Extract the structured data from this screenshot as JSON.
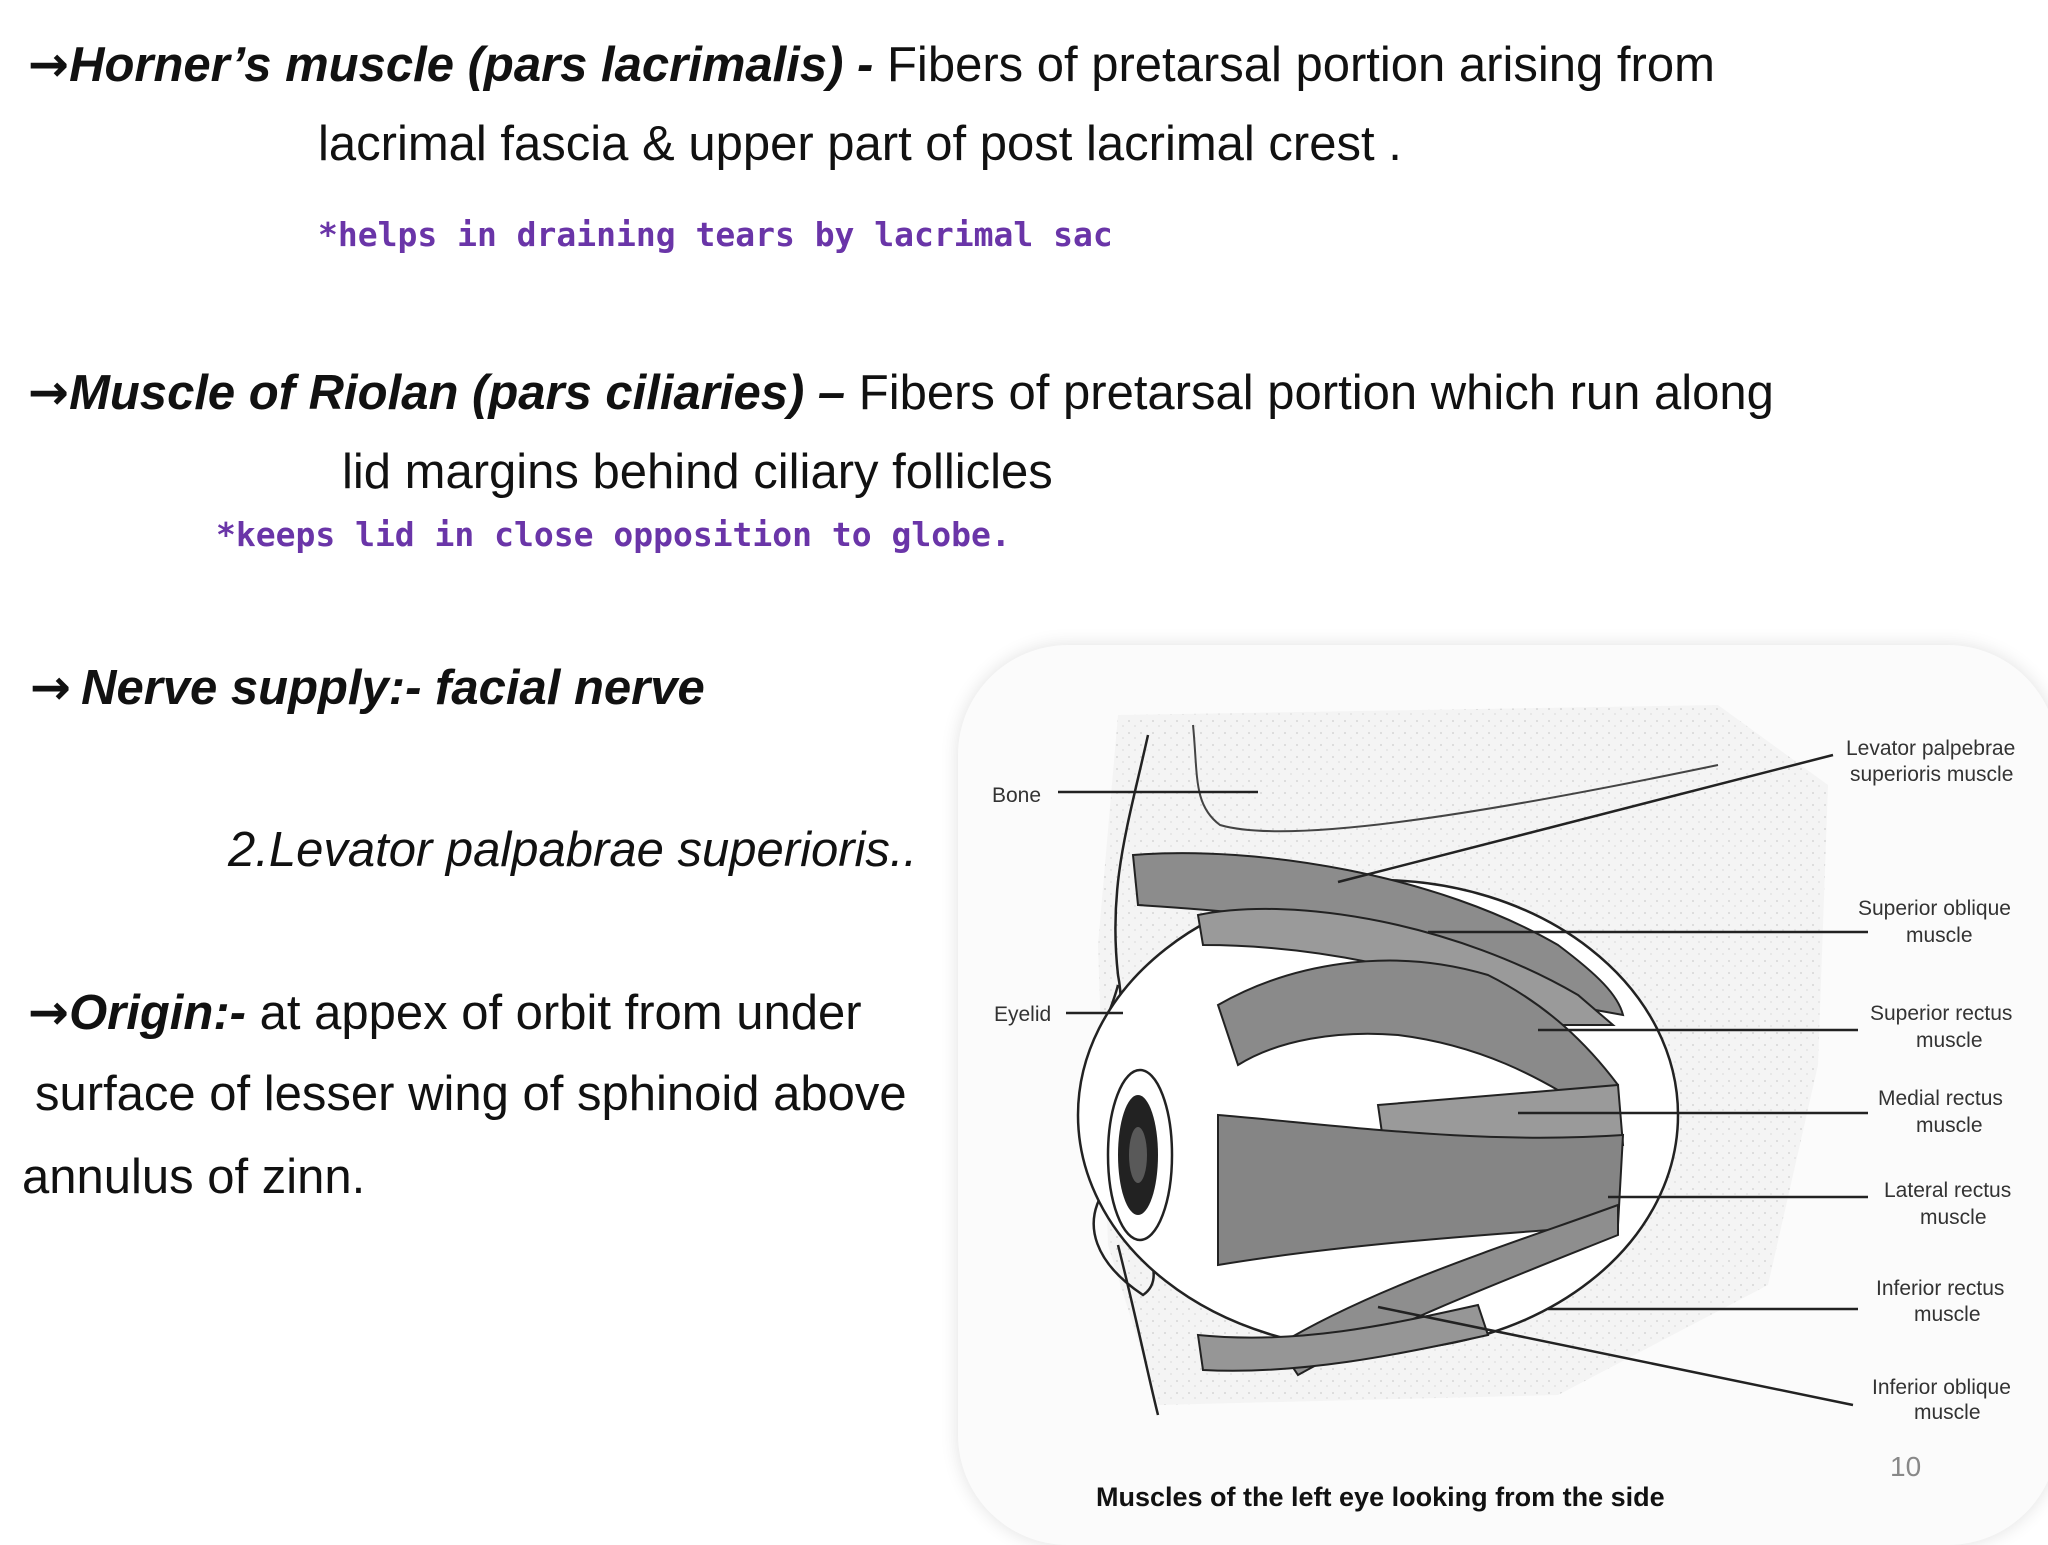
{
  "arrow_glyph": "→",
  "horner": {
    "title": "Horner’s muscle (pars lacrimalis) -",
    "text1": " Fibers of pretarsal portion arising from",
    "text2": "lacrimal fascia & upper part of post lacrimal crest .",
    "note": "*helps in draining tears by lacrimal sac"
  },
  "riolan": {
    "title": "Muscle of Riolan (pars ciliaries) –",
    "text1": " Fibers of pretarsal portion which run along",
    "text2": "lid margins behind ciliary follicles",
    "note": "*keeps lid in close opposition to globe."
  },
  "nerve": {
    "text": "Nerve supply:- facial nerve"
  },
  "levator": {
    "heading": "2.Levator palpabrae superioris.."
  },
  "origin": {
    "title": "Origin:-",
    "text1": " at appex of orbit from under",
    "text2": "surface of lesser wing of sphinoid above",
    "text3": "annulus of zinn."
  },
  "slide_number": "10",
  "diagram": {
    "caption": "Muscles of the left eye looking from the side",
    "labels": {
      "bone": "Bone",
      "eyelid": "Eyelid",
      "levator_1": "Levator palpebrae",
      "levator_2": "superioris muscle",
      "sup_oblique_1": "Superior oblique",
      "sup_oblique_2": "muscle",
      "sup_rectus_1": "Superior rectus",
      "sup_rectus_2": "muscle",
      "med_rectus_1": "Medial rectus",
      "med_rectus_2": "muscle",
      "lat_rectus_1": "Lateral rectus",
      "lat_rectus_2": "muscle",
      "inf_rectus_1": "Inferior rectus",
      "inf_rectus_2": "muscle",
      "inf_oblique_1": "Inferior oblique",
      "inf_oblique_2": "muscle"
    }
  },
  "colors": {
    "note": "#6a35a8",
    "muscle": "#8c8c8c",
    "text": "#111111"
  }
}
